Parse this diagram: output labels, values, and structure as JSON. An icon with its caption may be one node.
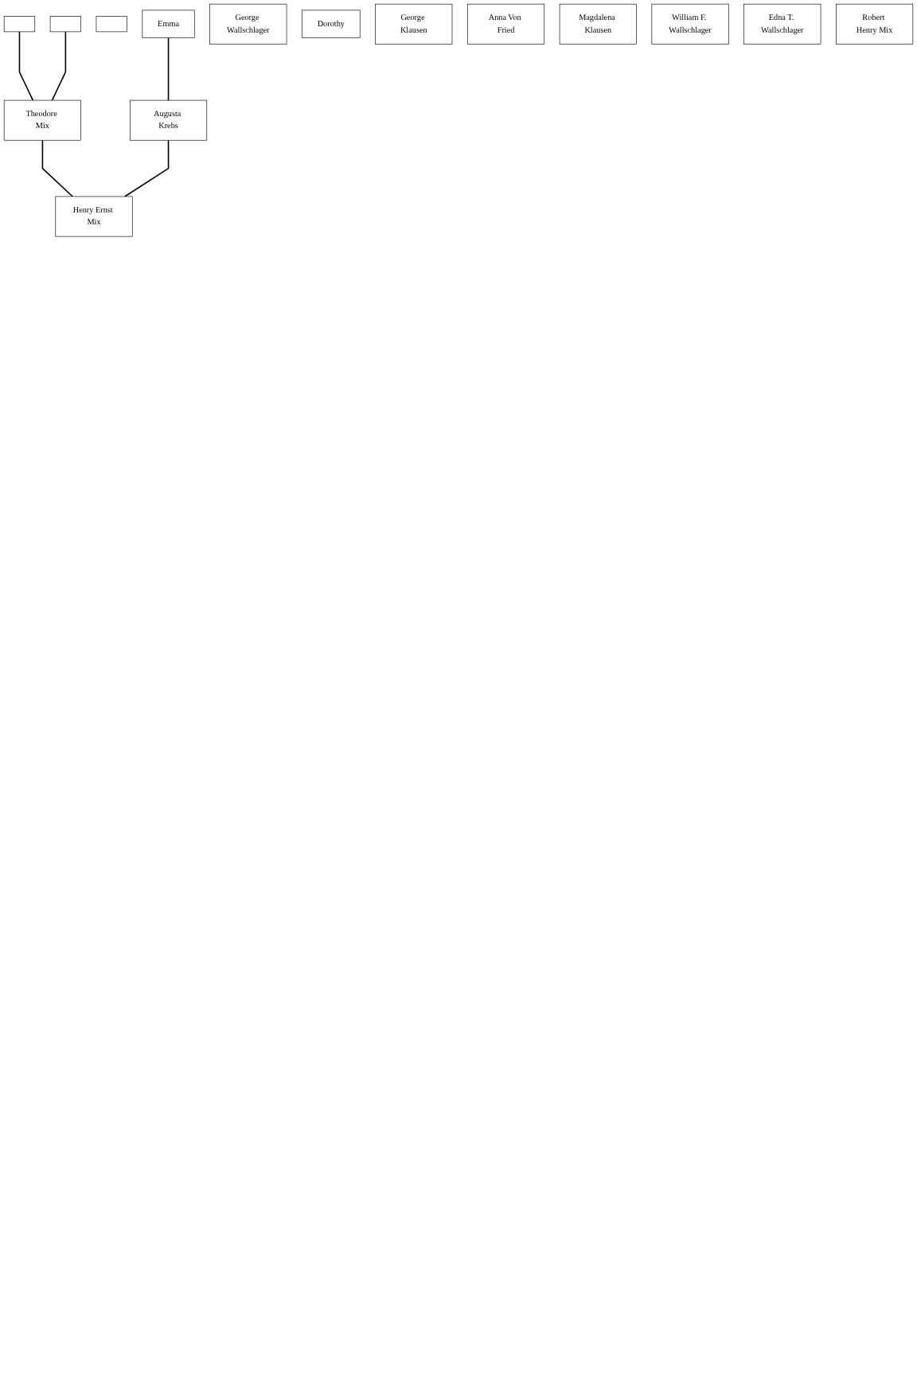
{
  "diagram": {
    "nodes": [
      {
        "text": [],
        "shape": "box"
      },
      {
        "text": [],
        "shape": "box"
      },
      {
        "text": [],
        "shape": "box"
      },
      {
        "text": [
          "Emma"
        ]
      },
      {
        "text": [
          "George Wallschlager"
        ]
      },
      {
        "text": [
          "Dorothy"
        ]
      },
      {
        "text": [
          "George Klausen"
        ]
      },
      {
        "text": [
          "Anna Von Fried"
        ]
      },
      {
        "text": [
          "Theodore Mix"
        ]
      },
      {
        "text": [
          "Augusta Krebs"
        ]
      },
      {
        "text": [
          "Magdalena Klausen"
        ]
      },
      {
        "text": [
          "William F. Wallschlager"
        ]
      },
      {
        "text": [
          "Henry Ernst Mix"
        ]
      },
      {
        "text": [
          "Edna T. Wallschlager"
        ]
      },
      {
        "text": [
          "Robert Henry Mix"
        ]
      }
    ],
    "edges": [
      {
        "from": 0,
        "to": 8,
        "arrow": "none"
      },
      {
        "from": 1,
        "to": 8,
        "arrow": "none"
      },
      {
        "from": 3,
        "to": 9,
        "arrow": "none"
      },
      {
        "from": 8,
        "to": 12,
        "arrow": "none"
      },
      {
        "from": 9,
        "to": 12,
        "arrow": "none"
      }
    ]
  }
}
